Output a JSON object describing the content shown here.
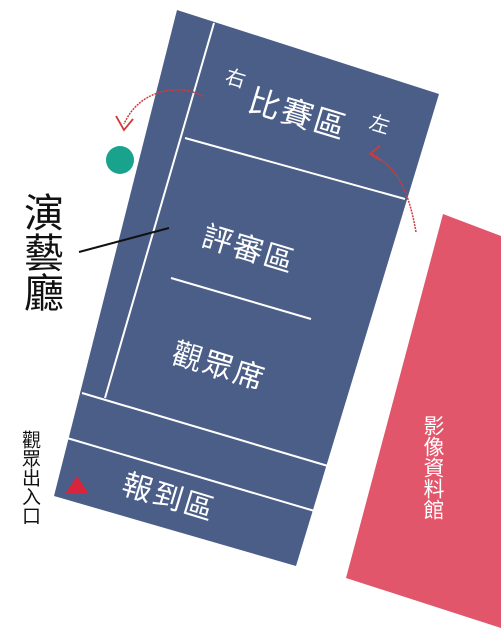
{
  "hall_name": "演藝廳",
  "zones": {
    "competition": "比賽區",
    "judges": "評審區",
    "audience": "觀眾席",
    "registration": "報到區"
  },
  "sides": {
    "right": "右",
    "left": "左"
  },
  "archive": "影像資料館",
  "entrance": "觀眾出入口",
  "colors": {
    "hall": "#4a5e88",
    "archive": "#e2566b",
    "marker_circle": "#1aa38c",
    "marker_triangle": "#d8243c",
    "arrows": "#d23a3a"
  },
  "icons": [
    "teal-circle-marker",
    "entrance-triangle-icon",
    "curved-arrow-icon"
  ]
}
